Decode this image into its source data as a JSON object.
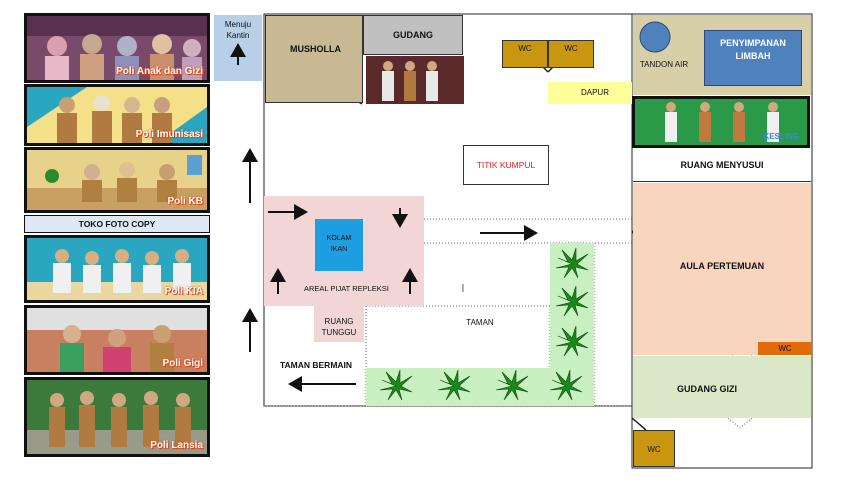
{
  "left_column": {
    "polis": [
      {
        "label": "Poli Anak dan Gizi"
      },
      {
        "label": "Poli Imunisasi"
      },
      {
        "label": "Poli KB"
      },
      {
        "label": "Poli KIA"
      },
      {
        "label": "Poli Gigi"
      },
      {
        "label": "Poli Lansia"
      }
    ],
    "toko": "TOKO  FOTO COPY",
    "kantin": "Menuju Kantin"
  },
  "rooms": {
    "musholla": "MUSHOLLA",
    "gudang": "GUDANG",
    "wc": "WC",
    "dapur": "DAPUR",
    "titik_kumpul": "TITIK KUMPUL",
    "kolam_ikan": "KOLAM IKAN",
    "areal_pijat": "AREAL PIJAT REPLEKSI",
    "ruang_tunggu": "RUANG TUNGGU",
    "taman": "TAMAN",
    "taman_bermain": "TAMAN BERMAIN",
    "tandon_air": "TANDON AIR",
    "penyimpanan_limbah": "PENYIMPANAN LIMBAH",
    "kesling": "KESLING",
    "ruang_menyusui": "RUANG MENYUSUI",
    "aula_pertemuan": "AULA PERTEMUAN",
    "gudang_gizi": "GUDANG GIZI"
  },
  "colors": {
    "musholla": "#c8b893",
    "gudang": "#c0c0c0",
    "wc": "#c9960f",
    "dapur": "#ffff99",
    "kolam": "#1e9ee0",
    "pijat": "#f2d5d5",
    "taman_green": "#c8f0c0",
    "aula": "#f9d5be",
    "gudang_gizi": "#dbe8c8",
    "tandon_bg": "#d7cfa8",
    "limbah": "#4f81bd",
    "kantin": "#b8cfe8",
    "titik_kumpul_text": "#e02020",
    "palm": "#1a8a1a"
  }
}
